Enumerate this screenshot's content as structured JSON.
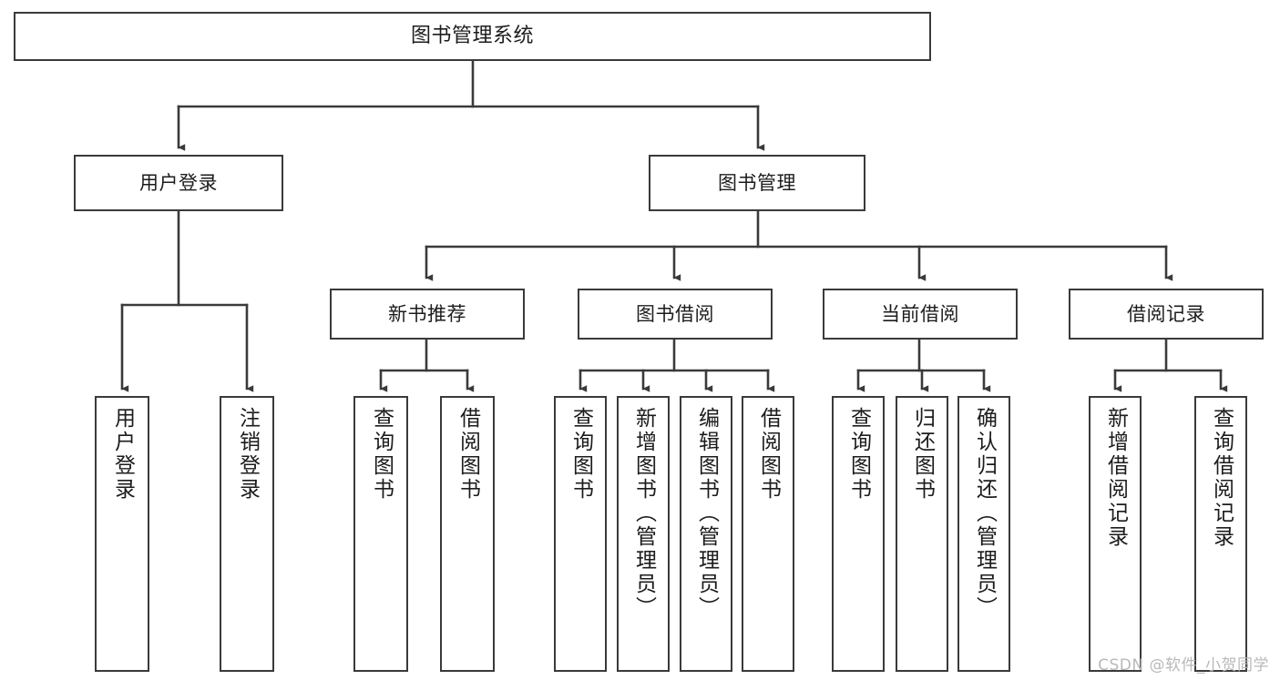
{
  "diagram": {
    "title": "图书管理系统",
    "type": "functional-structure-tree",
    "orientation": "top-down",
    "stroke_color": "#3a3a3a",
    "background_color": "#ffffff",
    "text_color": "#1c1c1c"
  },
  "nodes": {
    "root": {
      "label": "图书管理系统",
      "level": 1
    },
    "level2": [
      {
        "id": "user-login",
        "label": "用户登录"
      },
      {
        "id": "book-management",
        "label": "图书管理"
      }
    ],
    "level3": [
      {
        "id": "new-book-recommend",
        "label": "新书推荐"
      },
      {
        "id": "book-borrow",
        "label": "图书借阅"
      },
      {
        "id": "current-borrow",
        "label": "当前借阅"
      },
      {
        "id": "borrow-record",
        "label": "借阅记录"
      }
    ],
    "leaves": {
      "user-login": [
        {
          "id": "leaf-user-login",
          "label": "用户登录"
        },
        {
          "id": "leaf-logout-login",
          "label": "注销登录"
        }
      ],
      "new-book-recommend": [
        {
          "id": "leaf-query-book-1",
          "label": "查询图书"
        },
        {
          "id": "leaf-borrow-book-1",
          "label": "借阅图书"
        }
      ],
      "book-borrow": [
        {
          "id": "leaf-query-book-2",
          "label": "查询图书"
        },
        {
          "id": "leaf-add-book",
          "label": "新增图书（管理员）"
        },
        {
          "id": "leaf-edit-book",
          "label": "编辑图书（管理员）"
        },
        {
          "id": "leaf-borrow-book-2",
          "label": "借阅图书"
        }
      ],
      "current-borrow": [
        {
          "id": "leaf-query-book-3",
          "label": "查询图书"
        },
        {
          "id": "leaf-return-book",
          "label": "归还图书"
        },
        {
          "id": "leaf-confirm-return",
          "label": "确认归还（管理员）"
        }
      ],
      "borrow-record": [
        {
          "id": "leaf-add-record",
          "label": "新增借阅记录"
        },
        {
          "id": "leaf-query-record",
          "label": "查询借阅记录"
        }
      ]
    }
  },
  "watermark": {
    "text": "CSDN @软件_小贺同学"
  }
}
